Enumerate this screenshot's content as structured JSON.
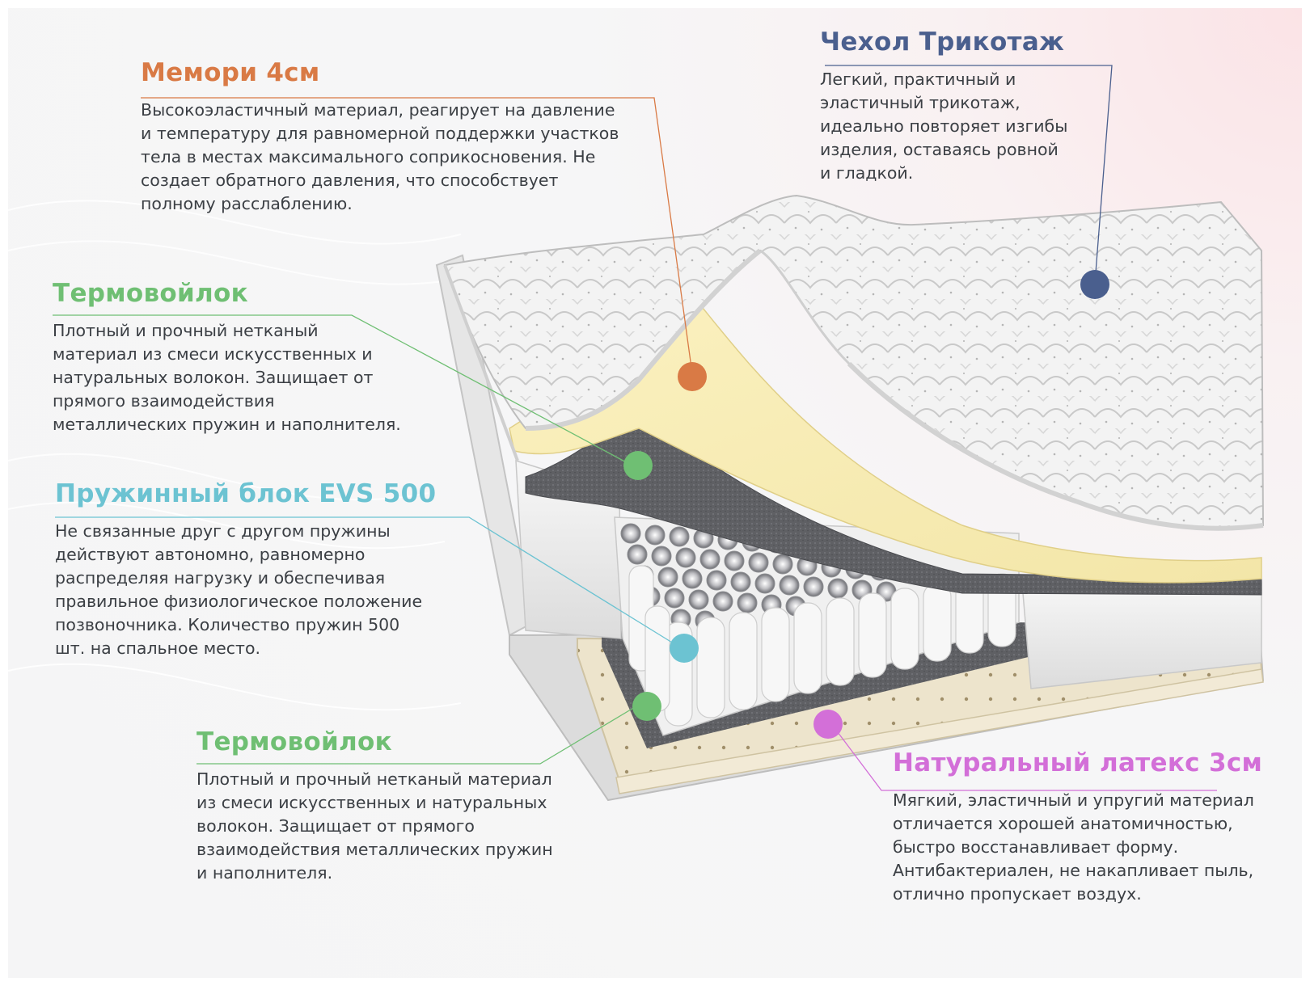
{
  "colors": {
    "memory": "#d97a45",
    "felt": "#6fbf73",
    "spring": "#6cc3d2",
    "cover": "#4a5f8e",
    "latex": "#d36fd8"
  },
  "callouts": {
    "memory": {
      "title": "Мемори 4см",
      "text": "Высокоэластичный материал, реагирует на давление\nи температуру для равномерной поддержки участков\nтела в местах максимального соприкосновения. Не\nсоздает обратного давления, что способствует\nполному расслаблению."
    },
    "cover": {
      "title": "Чехол Трикотаж",
      "text": "Легкий, практичный и\nэластичный трикотаж,\nидеально повторяет изгибы\nизделия, оставаясь ровной\nи гладкой."
    },
    "felt_top": {
      "title": "Термовойлок",
      "text": "Плотный и прочный нетканый\nматериал из смеси искусственных и\nнатуральных волокон. Защищает от\nпрямого взаимодействия\nметаллических пружин и наполнителя."
    },
    "spring": {
      "title": "Пружинный блок EVS 500",
      "text": "Не связанные друг с другом пружины\nдействуют автономно, равномерно\nраспределяя нагрузку и обеспечивая\nправильное физиологическое положение\nпозвоночника. Количество пружин 500\nшт. на спальное место."
    },
    "felt_bottom": {
      "title": "Термовойлок",
      "text": "Плотный и прочный нетканый материал\nиз смеси искусственных и натуральных\nволокон. Защищает от прямого\nвзаимодействия металлических пружин\nи наполнителя."
    },
    "latex": {
      "title": "Натуральный латекс 3см",
      "text": "Мягкий, эластичный и упругий материал\nотличается хорошей анатомичностью,\nбыстро восстанавливает форму.\nАнтибактериален, не накапливает пыль,\nотлично пропускает воздух."
    }
  }
}
